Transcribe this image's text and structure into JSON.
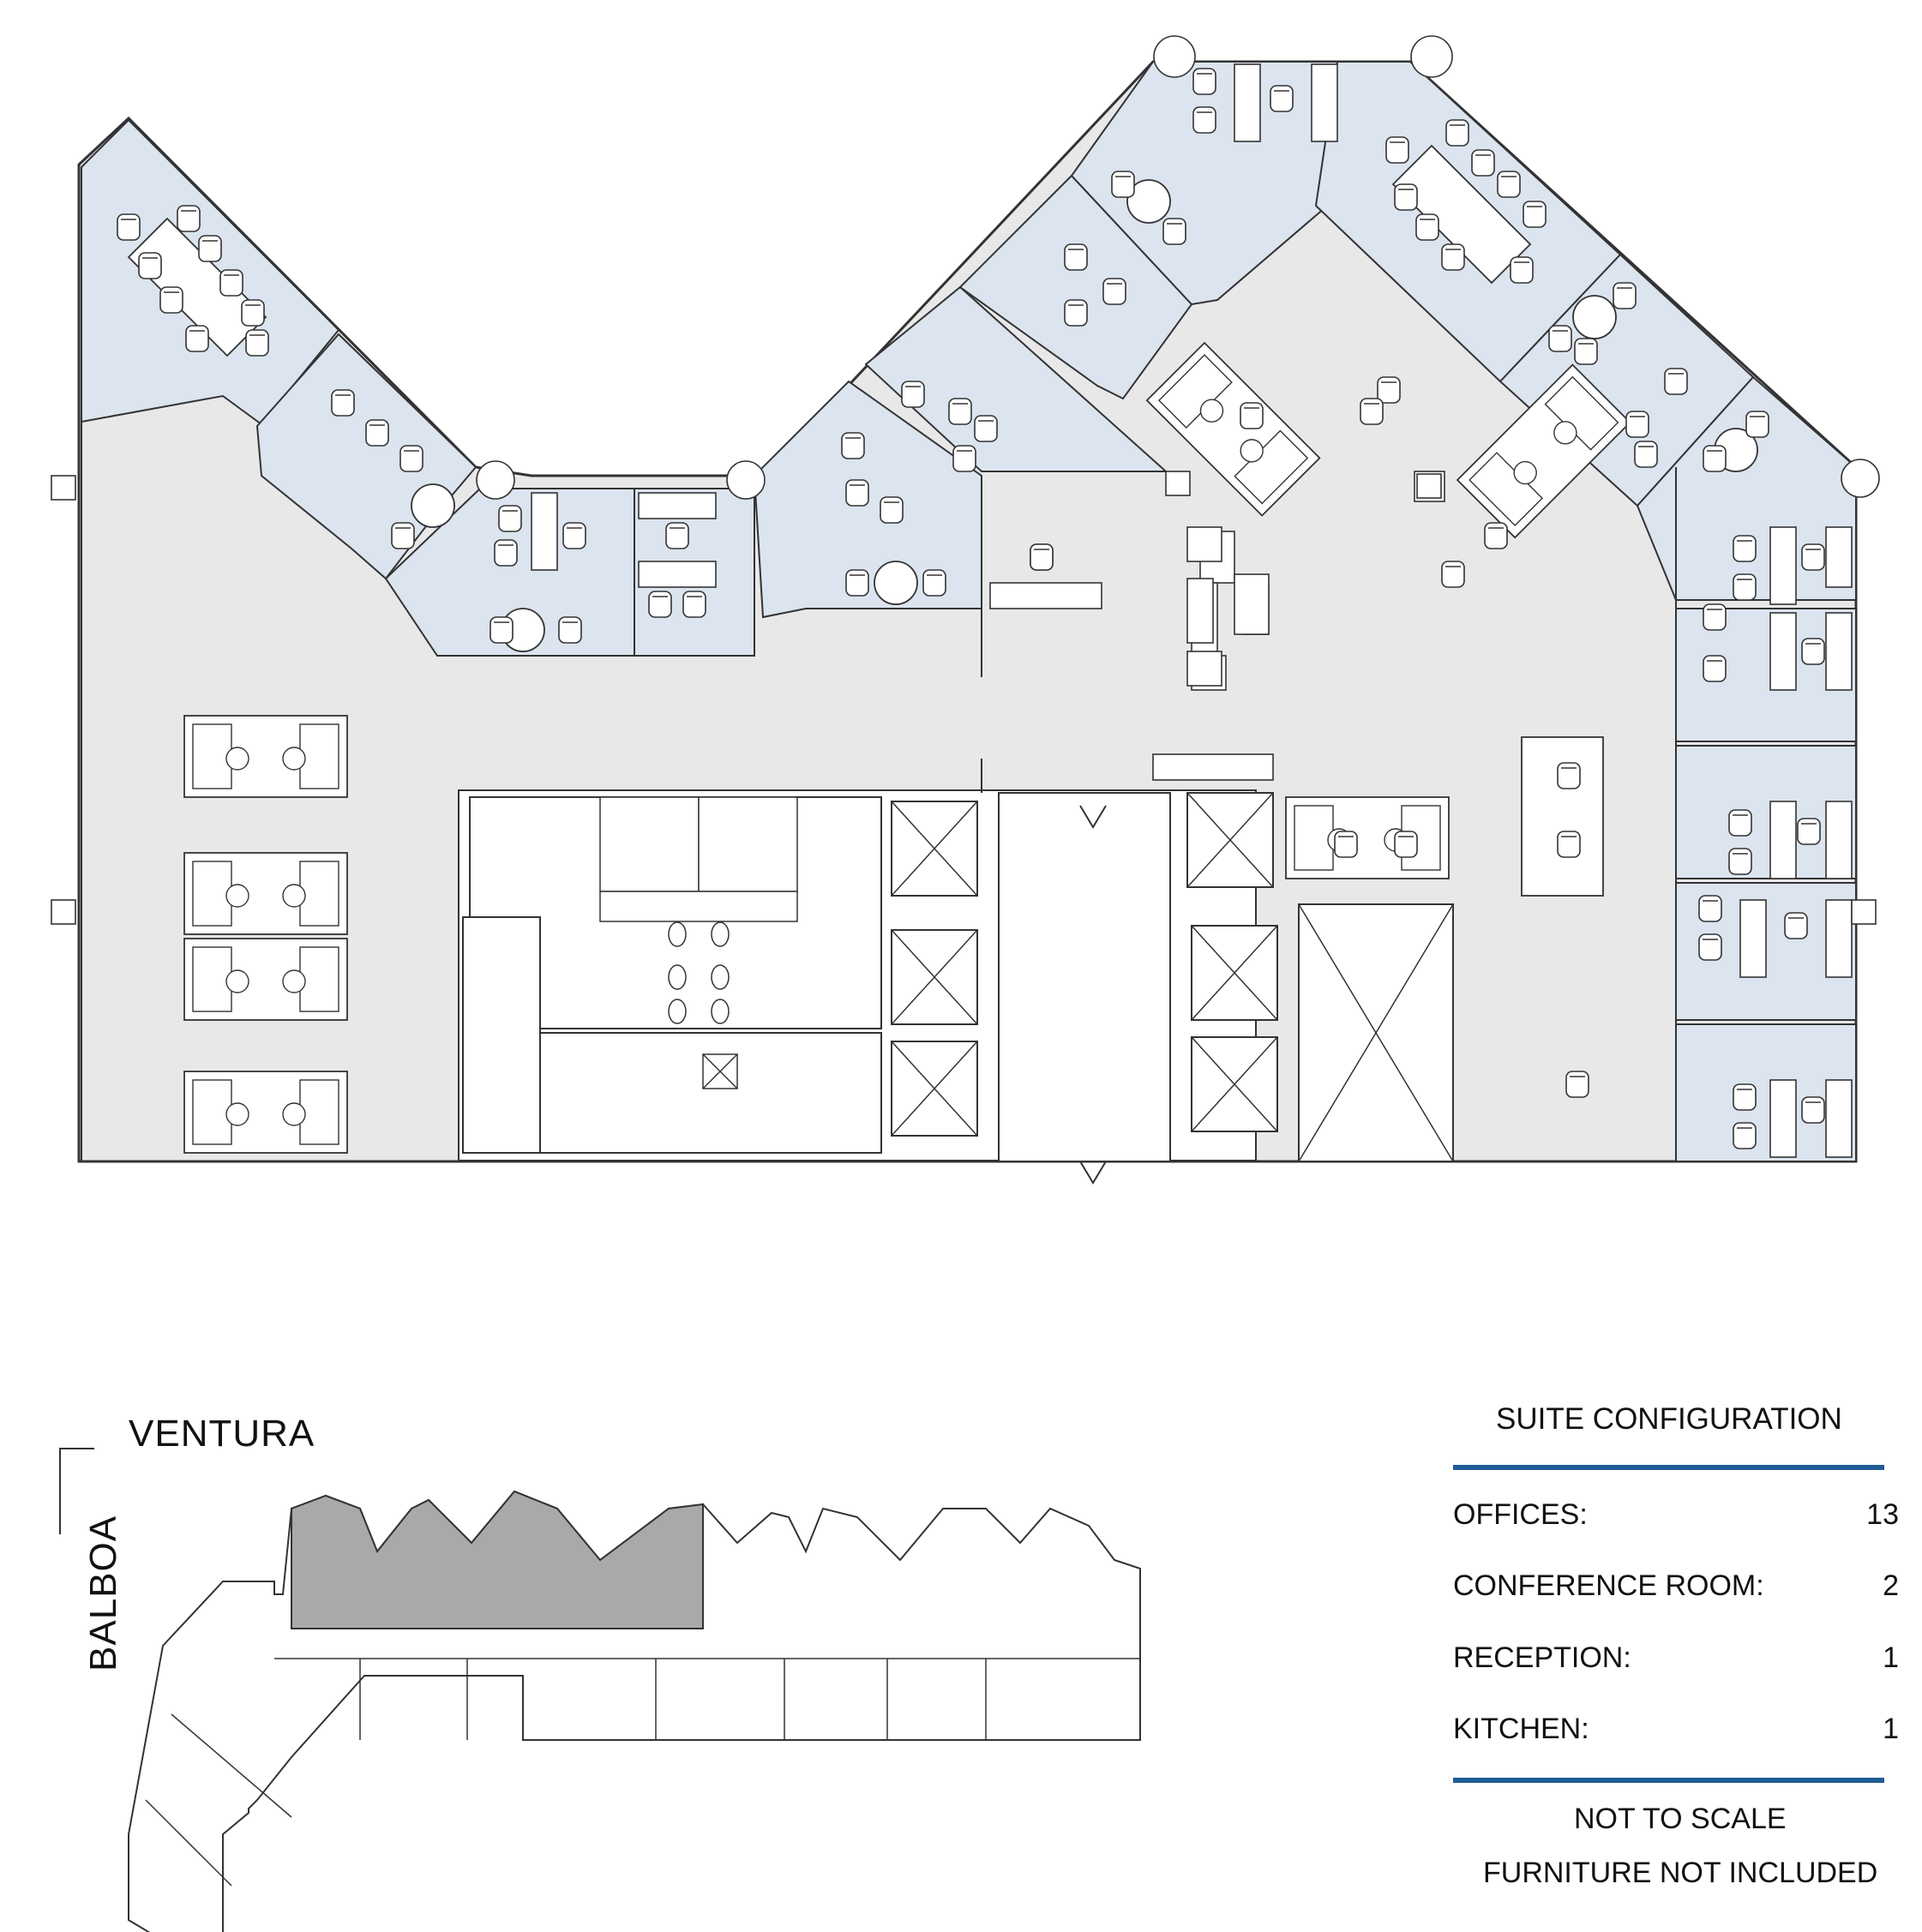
{
  "plan": {
    "colors": {
      "suite_fill": "#e8e8e8",
      "office_fill": "#dbe4ef",
      "highlight_fill": "#a9a9a9",
      "line": "#333333",
      "accent_rule": "#1f5c96"
    }
  },
  "key_plan": {
    "street_top": "VENTURA",
    "street_left": "BALBOA"
  },
  "suite_configuration": {
    "title": "SUITE CONFIGURATION",
    "rows": [
      {
        "label": "OFFICES:",
        "value": "13"
      },
      {
        "label": "CONFERENCE ROOM:",
        "value": "2"
      },
      {
        "label": "RECEPTION:",
        "value": "1"
      },
      {
        "label": "KITCHEN:",
        "value": "1"
      }
    ]
  },
  "notes": {
    "scale": "NOT TO SCALE",
    "furniture": "FURNITURE NOT INCLUDED"
  }
}
